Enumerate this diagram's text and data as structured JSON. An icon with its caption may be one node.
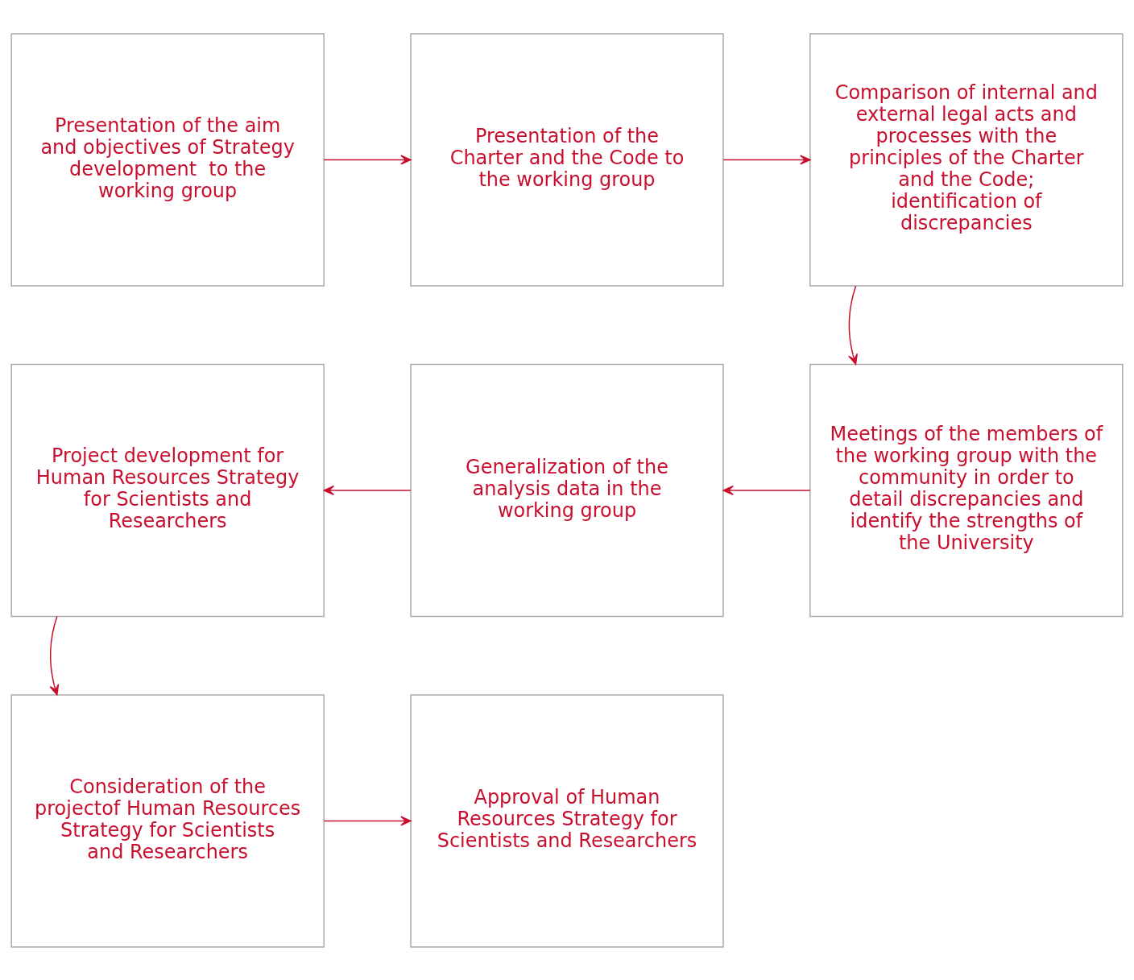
{
  "diagram": {
    "nodes": [
      {
        "text": [
          "Presentation of the aim and objectives of Strategy development  to the working group"
        ]
      },
      {
        "text": [
          "Presentation of the Charter and the Code to the working group"
        ]
      },
      {
        "text": [
          "Comparison of internal and external legal acts and processes with the principles of the Charter and the Code; identification of discrepancies"
        ]
      },
      {
        "text": [
          "Project development for Human Resources Strategy for Scientists and Researchers"
        ]
      },
      {
        "text": [
          "Generalization of the analysis data in the working group"
        ]
      },
      {
        "text": [
          "Meetings of the members of the working group with the community in order to detail discrepancies and identify the strengths of the University"
        ]
      },
      {
        "text": [
          "Consideration of the projectof Human Resources Strategy for Scientists and Researchers"
        ]
      },
      {
        "text": [
          "Approval of Human Resources Strategy for Scientists and Researchers"
        ]
      }
    ],
    "edges": [
      {
        "from": 0,
        "to": 1,
        "arrow": "to"
      },
      {
        "from": 1,
        "to": 2,
        "arrow": "to"
      },
      {
        "from": 2,
        "to": 5,
        "arrow": "to"
      },
      {
        "from": 5,
        "to": 4,
        "arrow": "to"
      },
      {
        "from": 4,
        "to": 3,
        "arrow": "to"
      },
      {
        "from": 3,
        "to": 6,
        "arrow": "to"
      },
      {
        "from": 6,
        "to": 7,
        "arrow": "to"
      }
    ]
  }
}
